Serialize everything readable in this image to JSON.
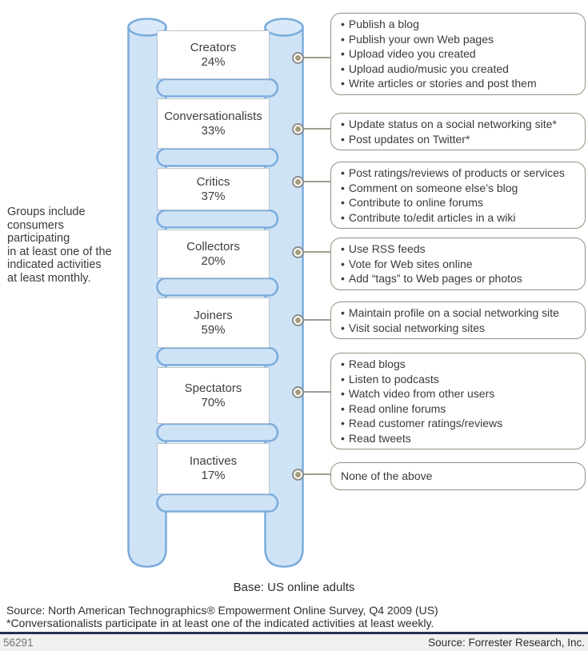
{
  "left_note": "Groups include\nconsumers\nparticipating\nin at least one of the\nindicated activities\nat least monthly.",
  "bullet_char": "•",
  "groups": [
    {
      "name": "Creators",
      "percent": "24%",
      "activities": [
        "Publish a blog",
        "Publish your own Web pages",
        "Upload video you created",
        "Upload audio/music you created",
        "Write articles or stories and post them"
      ]
    },
    {
      "name": "Conversationalists",
      "percent": "33%",
      "activities": [
        "Update status on a social networking site*",
        "Post updates on Twitter*"
      ]
    },
    {
      "name": "Critics",
      "percent": "37%",
      "activities": [
        "Post ratings/reviews of products or services",
        "Comment on someone else’s blog",
        "Contribute to online forums",
        "Contribute to/edit articles in a wiki"
      ]
    },
    {
      "name": "Collectors",
      "percent": "20%",
      "activities": [
        "Use RSS feeds",
        "Vote for Web sites online",
        "Add “tags” to Web pages or photos"
      ]
    },
    {
      "name": "Joiners",
      "percent": "59%",
      "activities": [
        "Maintain profile on a social networking site",
        "Visit social networking sites"
      ]
    },
    {
      "name": "Spectators",
      "percent": "70%",
      "activities": [
        "Read blogs",
        "Listen to podcasts",
        "Watch video from other users",
        "Read online forums",
        "Read customer ratings/reviews",
        "Read tweets"
      ]
    },
    {
      "name": "Inactives",
      "percent": "17%",
      "activities": [
        "None of the above"
      ],
      "no_bullet": true
    }
  ],
  "footer": {
    "base": "Base: US online adults",
    "source_line": "Source: North American Technographics® Empowerment Online Survey, Q4 2009 (US)",
    "note_line": "*Conversationalists participate in at least one of the indicated activities at least weekly.",
    "figure_number": "56291",
    "source_right": "Source: Forrester Research, Inc."
  },
  "colors": {
    "rail_fill": "#cfe3f7",
    "rail_stroke": "#7cacdc",
    "callout_border": "#90937f",
    "dot_fill": "#a39d7b",
    "connector": "#9e9e91",
    "divider": "#233150"
  }
}
